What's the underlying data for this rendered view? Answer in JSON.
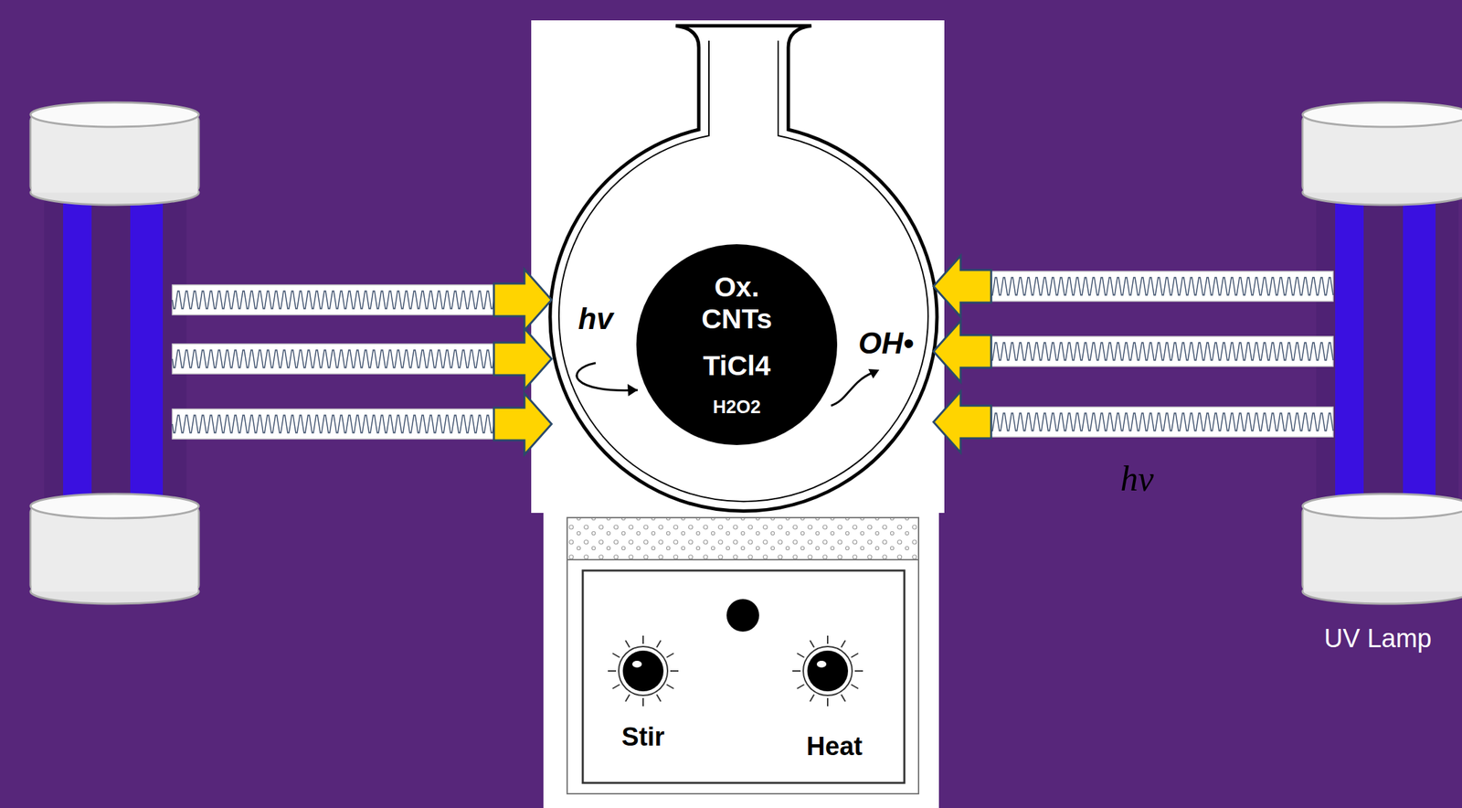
{
  "diagram": {
    "nodes": [
      {
        "text": [
          "Ox. CNTs",
          "TiCl4",
          "H2O2"
        ]
      }
    ],
    "labels": [
      "hv",
      "OH•",
      "hv",
      "UV Lamp",
      "Stir",
      "Heat"
    ]
  }
}
